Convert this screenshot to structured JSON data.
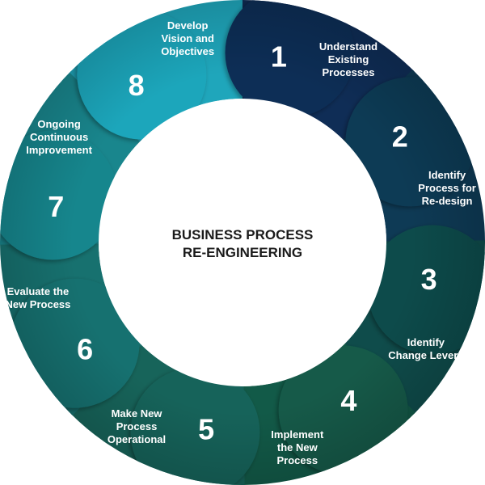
{
  "title": {
    "line1": "BUSINESS PROCESS",
    "line2": "RE-ENGINEERING"
  },
  "steps": [
    {
      "number": "1",
      "lines": [
        "Understand",
        "Existing",
        "Processes"
      ],
      "color": "#0f2d56"
    },
    {
      "number": "2",
      "lines": [
        "Identify",
        "Process for",
        "Re-design"
      ],
      "color": "#0e3a55"
    },
    {
      "number": "3",
      "lines": [
        "Identify",
        "Change Levers"
      ],
      "color": "#0f4c4b"
    },
    {
      "number": "4",
      "lines": [
        "Implement",
        "the New",
        "Process"
      ],
      "color": "#125a48"
    },
    {
      "number": "5",
      "lines": [
        "Make New",
        "Process",
        "Operational"
      ],
      "color": "#17645a"
    },
    {
      "number": "6",
      "lines": [
        "Evaluate the",
        "New Process"
      ],
      "color": "#17716f"
    },
    {
      "number": "7",
      "lines": [
        "Ongoing",
        "Continuous",
        "Improvement"
      ],
      "color": "#19868d"
    },
    {
      "number": "8",
      "lines": [
        "Develop",
        "Vision and",
        "Objectives"
      ],
      "color": "#1fa6bb"
    }
  ],
  "colors": {
    "centerFill": "#ffffff",
    "titleColor": "#1a1a1a",
    "textColor": "#ffffff"
  }
}
